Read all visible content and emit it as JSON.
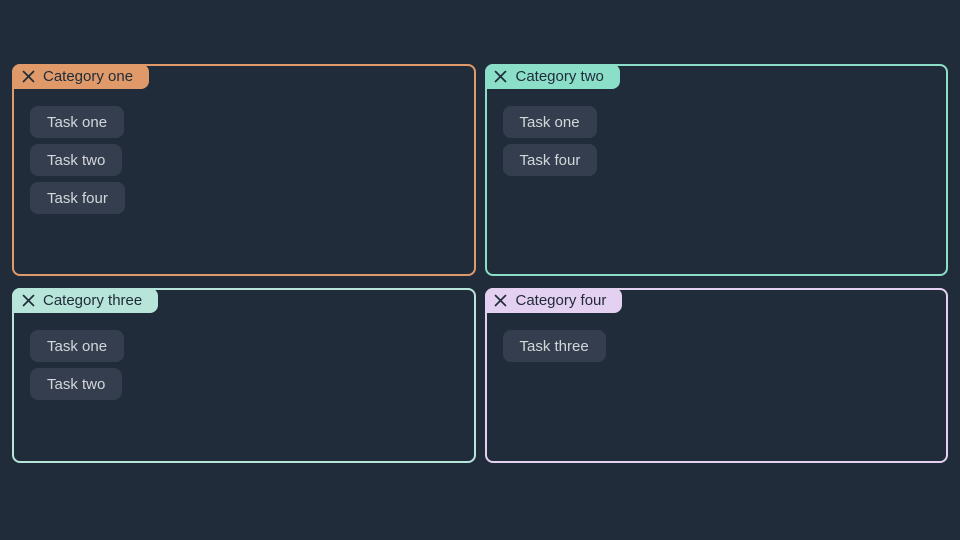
{
  "page": {
    "background": "#212c3a"
  },
  "colors": {
    "chip_background": "#343e4e",
    "chip_text": "#d3d7db",
    "tab_text": "#212c3a"
  },
  "icons": {
    "close": "✕"
  },
  "board": {
    "categories": [
      {
        "label": "Category one",
        "color": "#e09a69",
        "tasks": [
          "Task one",
          "Task two",
          "Task four"
        ]
      },
      {
        "label": "Category two",
        "color": "#8bdfc9",
        "tasks": [
          "Task one",
          "Task four"
        ]
      },
      {
        "label": "Category three",
        "color": "#b7e5da",
        "tasks": [
          "Task one",
          "Task two"
        ]
      },
      {
        "label": "Category four",
        "color": "#e4d0f0",
        "tasks": [
          "Task three"
        ]
      }
    ]
  }
}
